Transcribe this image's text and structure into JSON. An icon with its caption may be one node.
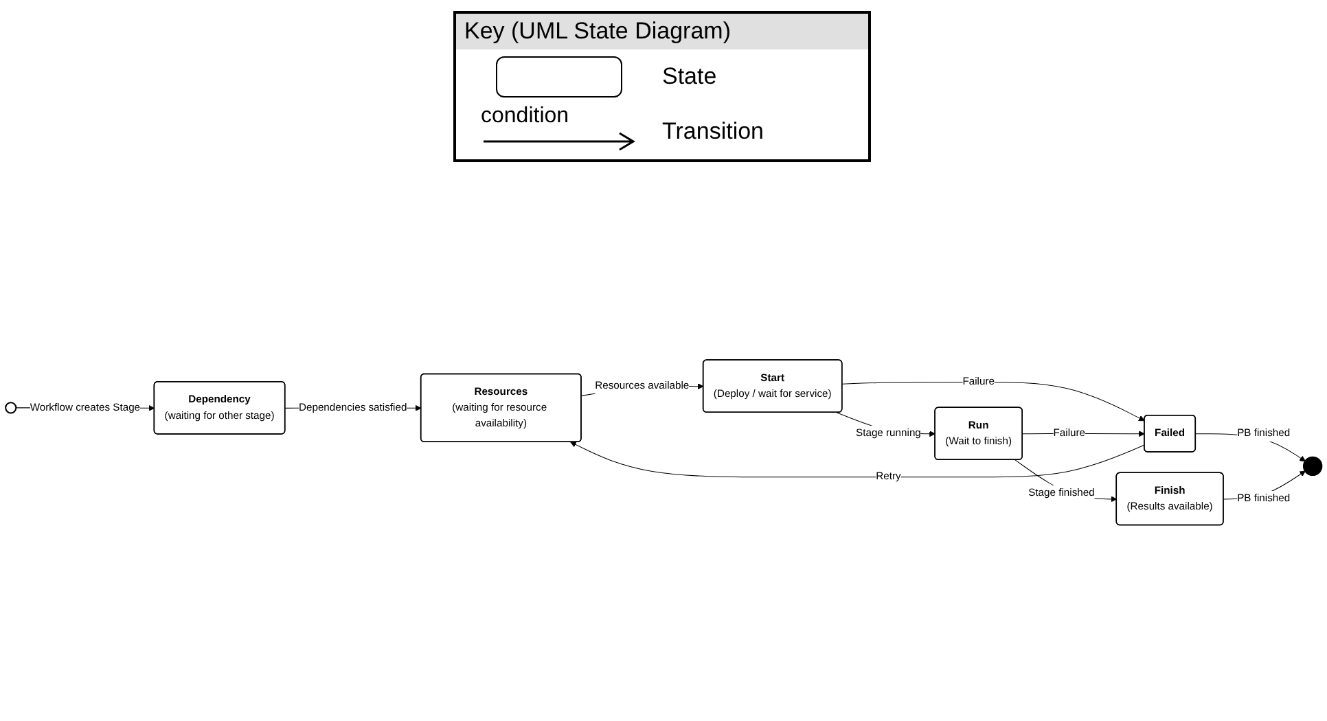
{
  "diagram": {
    "nodes": [
      {
        "text": [],
        "shape": "circle"
      },
      {
        "text": [
          "Dependency",
          "(waiting for other stage)"
        ]
      },
      {
        "text": [
          "Resources",
          "(waiting for resource availability)"
        ]
      },
      {
        "text": [
          "Start",
          "(Deploy / wait for service)"
        ]
      },
      {
        "text": [
          "Run",
          "(Wait to finish)"
        ]
      },
      {
        "text": [
          "Failed"
        ]
      },
      {
        "text": [
          "Finish",
          "(Results available)"
        ]
      },
      {
        "text": [],
        "shape": "circle"
      }
    ],
    "edges": [
      {
        "from": 0,
        "to": 1,
        "arrow": "to",
        "label": "Workflow creates Stage"
      },
      {
        "from": 1,
        "to": 2,
        "arrow": "to",
        "label": "Dependencies satisfied"
      },
      {
        "from": 5,
        "to": 2,
        "arrow": "to",
        "label": "Retry"
      },
      {
        "from": 2,
        "to": 3,
        "arrow": "to",
        "label": "Resources available"
      },
      {
        "from": 3,
        "to": 5,
        "arrow": "to",
        "label": "Failure"
      },
      {
        "from": 3,
        "to": 4,
        "arrow": "to",
        "label": "Stage running"
      },
      {
        "from": 4,
        "to": 5,
        "arrow": "to",
        "label": "Failure"
      },
      {
        "from": 4,
        "to": 6,
        "arrow": "to",
        "label": "Stage finished"
      },
      {
        "from": 5,
        "to": 7,
        "arrow": "to",
        "label": "PB finished"
      },
      {
        "from": 6,
        "to": 7,
        "arrow": "to",
        "label": "PB finished"
      }
    ],
    "labels": [
      "Key (UML State Diagram)",
      "condition"
    ],
    "legend": [
      {
        "text": "State"
      },
      {
        "text": "Transition"
      }
    ]
  }
}
